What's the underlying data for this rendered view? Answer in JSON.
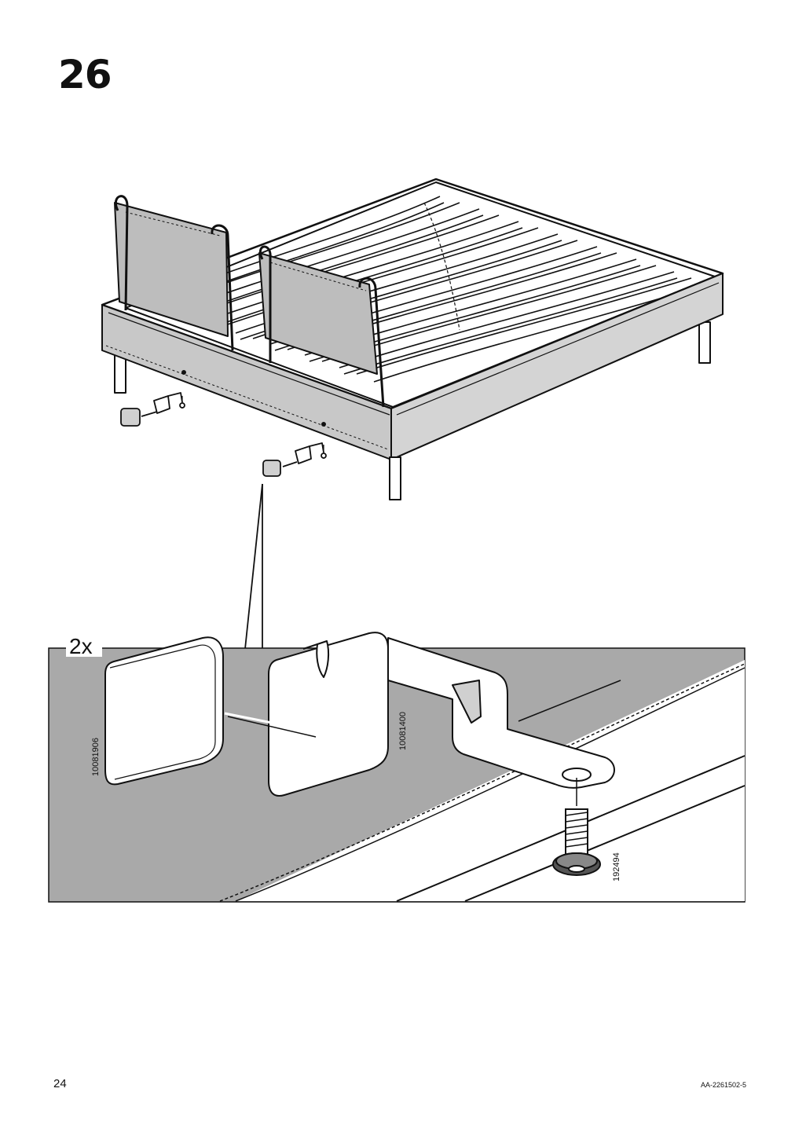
{
  "step": {
    "number": "26"
  },
  "detail": {
    "quantity": "2x",
    "parts": [
      {
        "id": "10081906"
      },
      {
        "id": "10081400"
      },
      {
        "id": "192494"
      }
    ]
  },
  "footer": {
    "page_number": "24",
    "doc_code": "AA-2261502-5"
  },
  "colors": {
    "line": "#111111",
    "upholstery": "#c8c8c8",
    "detail_background": "#a9a9a9",
    "headboard": "#bdbdbd"
  }
}
